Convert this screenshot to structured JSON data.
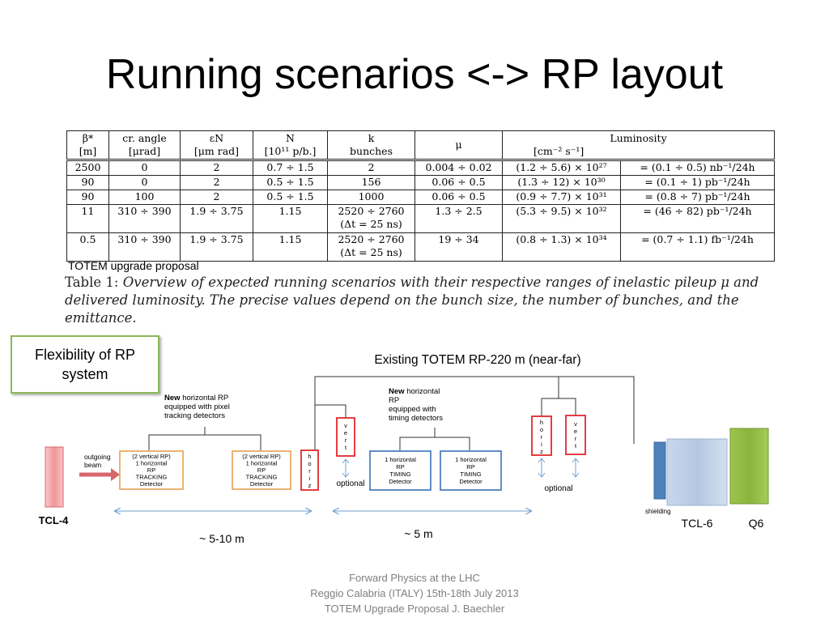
{
  "title": "Running scenarios <-> RP layout",
  "table": {
    "headers": [
      {
        "top": "β*",
        "bottom": "[m]"
      },
      {
        "top": "cr. angle",
        "bottom": "[μrad]"
      },
      {
        "top": "εN",
        "bottom": "[μm rad]"
      },
      {
        "top": "N",
        "bottom": "[10¹¹ p/b.]"
      },
      {
        "top": "k",
        "bottom": "bunches"
      },
      {
        "top": "μ",
        "bottom": ""
      },
      {
        "top": "Luminosity",
        "bottom": "[cm⁻² s⁻¹]"
      }
    ],
    "rows": [
      {
        "cells": [
          "2500",
          "0",
          "2",
          "0.7 ÷ 1.5",
          "2",
          "0.004 ÷ 0.02",
          "(1.2 ÷ 5.6) × 10²⁷",
          "= (0.1 ÷ 0.5) nb⁻¹/24h"
        ],
        "k2": "",
        "kind": "single"
      },
      {
        "cells": [
          "90",
          "0",
          "2",
          "0.5 ÷ 1.5",
          "156",
          "0.06 ÷ 0.5",
          "(1.3 ÷ 12) × 10³⁰",
          "= (0.1 ÷ 1) pb⁻¹/24h"
        ],
        "k2": "",
        "kind": "single"
      },
      {
        "cells": [
          "90",
          "100",
          "2",
          "0.5 ÷ 1.5",
          "1000",
          "0.06 ÷ 0.5",
          "(0.9 ÷ 7.7) × 10³¹",
          "= (0.8 ÷ 7) pb⁻¹/24h"
        ],
        "k2": "",
        "kind": "single"
      },
      {
        "cells": [
          "11",
          "310 ÷ 390",
          "1.9 ÷ 3.75",
          "1.15",
          "2520 ÷ 2760",
          "1.3 ÷ 2.5",
          "(5.3 ÷ 9.5) × 10³²",
          "= (46 ÷ 82) pb⁻¹/24h"
        ],
        "k2": "(Δt = 25 ns)",
        "kind": "double"
      },
      {
        "cells": [
          "0.5",
          "310 ÷ 390",
          "1.9 ÷ 3.75",
          "1.15",
          "2520 ÷ 2760",
          "19 ÷ 34",
          "(0.8 ÷ 1.3) × 10³⁴",
          "= (0.7 ÷ 1.1) fb⁻¹/24h"
        ],
        "k2": "(Δt = 25 ns)",
        "kind": "double"
      }
    ]
  },
  "table_label": "TOTEM upgrade proposal",
  "caption": {
    "prefix": "Table 1:",
    "text": "Overview of expected running scenarios with their respective ranges of inelastic pileup μ and delivered luminosity. The precise values depend on the bunch size, the number of bunches, and the emittance."
  },
  "flex_box": "Flexibility of RP system",
  "diagram": {
    "existing_label": "Existing TOTEM RP-220 m (near-far)",
    "new_tracking": {
      "bold": "New",
      "line1": "horizontal RP",
      "line2": "equipped with pixel",
      "line3": "tracking detectors"
    },
    "new_timing": {
      "bold": "New",
      "line1": "horizontal",
      "line2": "RP",
      "line3": "equipped with",
      "line4": "timing detectors"
    },
    "outgoing": {
      "line1": "outgoing",
      "line2": "beam"
    },
    "tracking_box": [
      "(2 vertical RP)",
      "1 horizontal",
      "RP",
      "TRACKING",
      "Detector"
    ],
    "timing_box": [
      "1 horizontal",
      "RP",
      "TIMING",
      "Detector"
    ],
    "horiz_letters": [
      "h",
      "o",
      "r",
      "i",
      "z"
    ],
    "vert_letters": [
      "v",
      "e",
      "r",
      "t"
    ],
    "optional": "optional",
    "tcl4": "TCL-4",
    "tcl6": "TCL-6",
    "q6": "Q6",
    "shielding": "shielding",
    "dist_left": "~ 5-10 m",
    "dist_right": "~ 5 m",
    "colors": {
      "red": "#e0282e",
      "orange": "#e49a46",
      "blue": "#4f81bd",
      "green": "#8ab43e",
      "pink": "#f4a0a3"
    }
  },
  "footer": {
    "line1": "Forward Physics at the LHC",
    "line2": "Reggio Calabria (ITALY) 15th-18th July 2013",
    "line3": "TOTEM  Upgrade Proposal  J. Baechler"
  }
}
